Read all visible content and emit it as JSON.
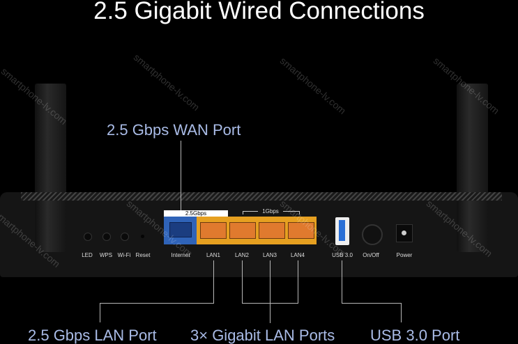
{
  "title": "2.5 Gigabit Wired Connections",
  "callouts": {
    "wan": "2.5 Gbps WAN Port",
    "lan": "2.5 Gbps LAN Port",
    "gigabit": "3× Gigabit LAN Ports",
    "usb": "USB 3.0 Port"
  },
  "router": {
    "speed_wan": "2.5Gbps",
    "speed_lan": "1Gbps",
    "labels": [
      "LED",
      "WPS",
      "Wi-Fi",
      "Reset",
      "Internet",
      "LAN1",
      "LAN2",
      "LAN3",
      "LAN4",
      "USB 3.0",
      "On/Off",
      "Power"
    ]
  },
  "watermark": "smartphone-lv.com",
  "colors": {
    "callout": "#a9bbe6",
    "wan_port": "#2f63b8",
    "lan_panel": "#e6a020"
  }
}
